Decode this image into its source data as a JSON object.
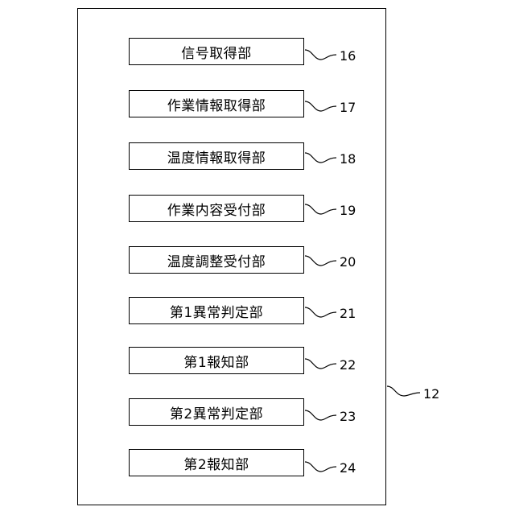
{
  "container": {
    "ref": "12"
  },
  "blocks": [
    {
      "label": "信号取得部",
      "ref": "16"
    },
    {
      "label": "作業情報取得部",
      "ref": "17"
    },
    {
      "label": "温度情報取得部",
      "ref": "18"
    },
    {
      "label": "作業内容受付部",
      "ref": "19"
    },
    {
      "label": "温度調整受付部",
      "ref": "20"
    },
    {
      "label": "第1異常判定部",
      "ref": "21"
    },
    {
      "label": "第1報知部",
      "ref": "22"
    },
    {
      "label": "第2異常判定部",
      "ref": "23"
    },
    {
      "label": "第2報知部",
      "ref": "24"
    }
  ]
}
